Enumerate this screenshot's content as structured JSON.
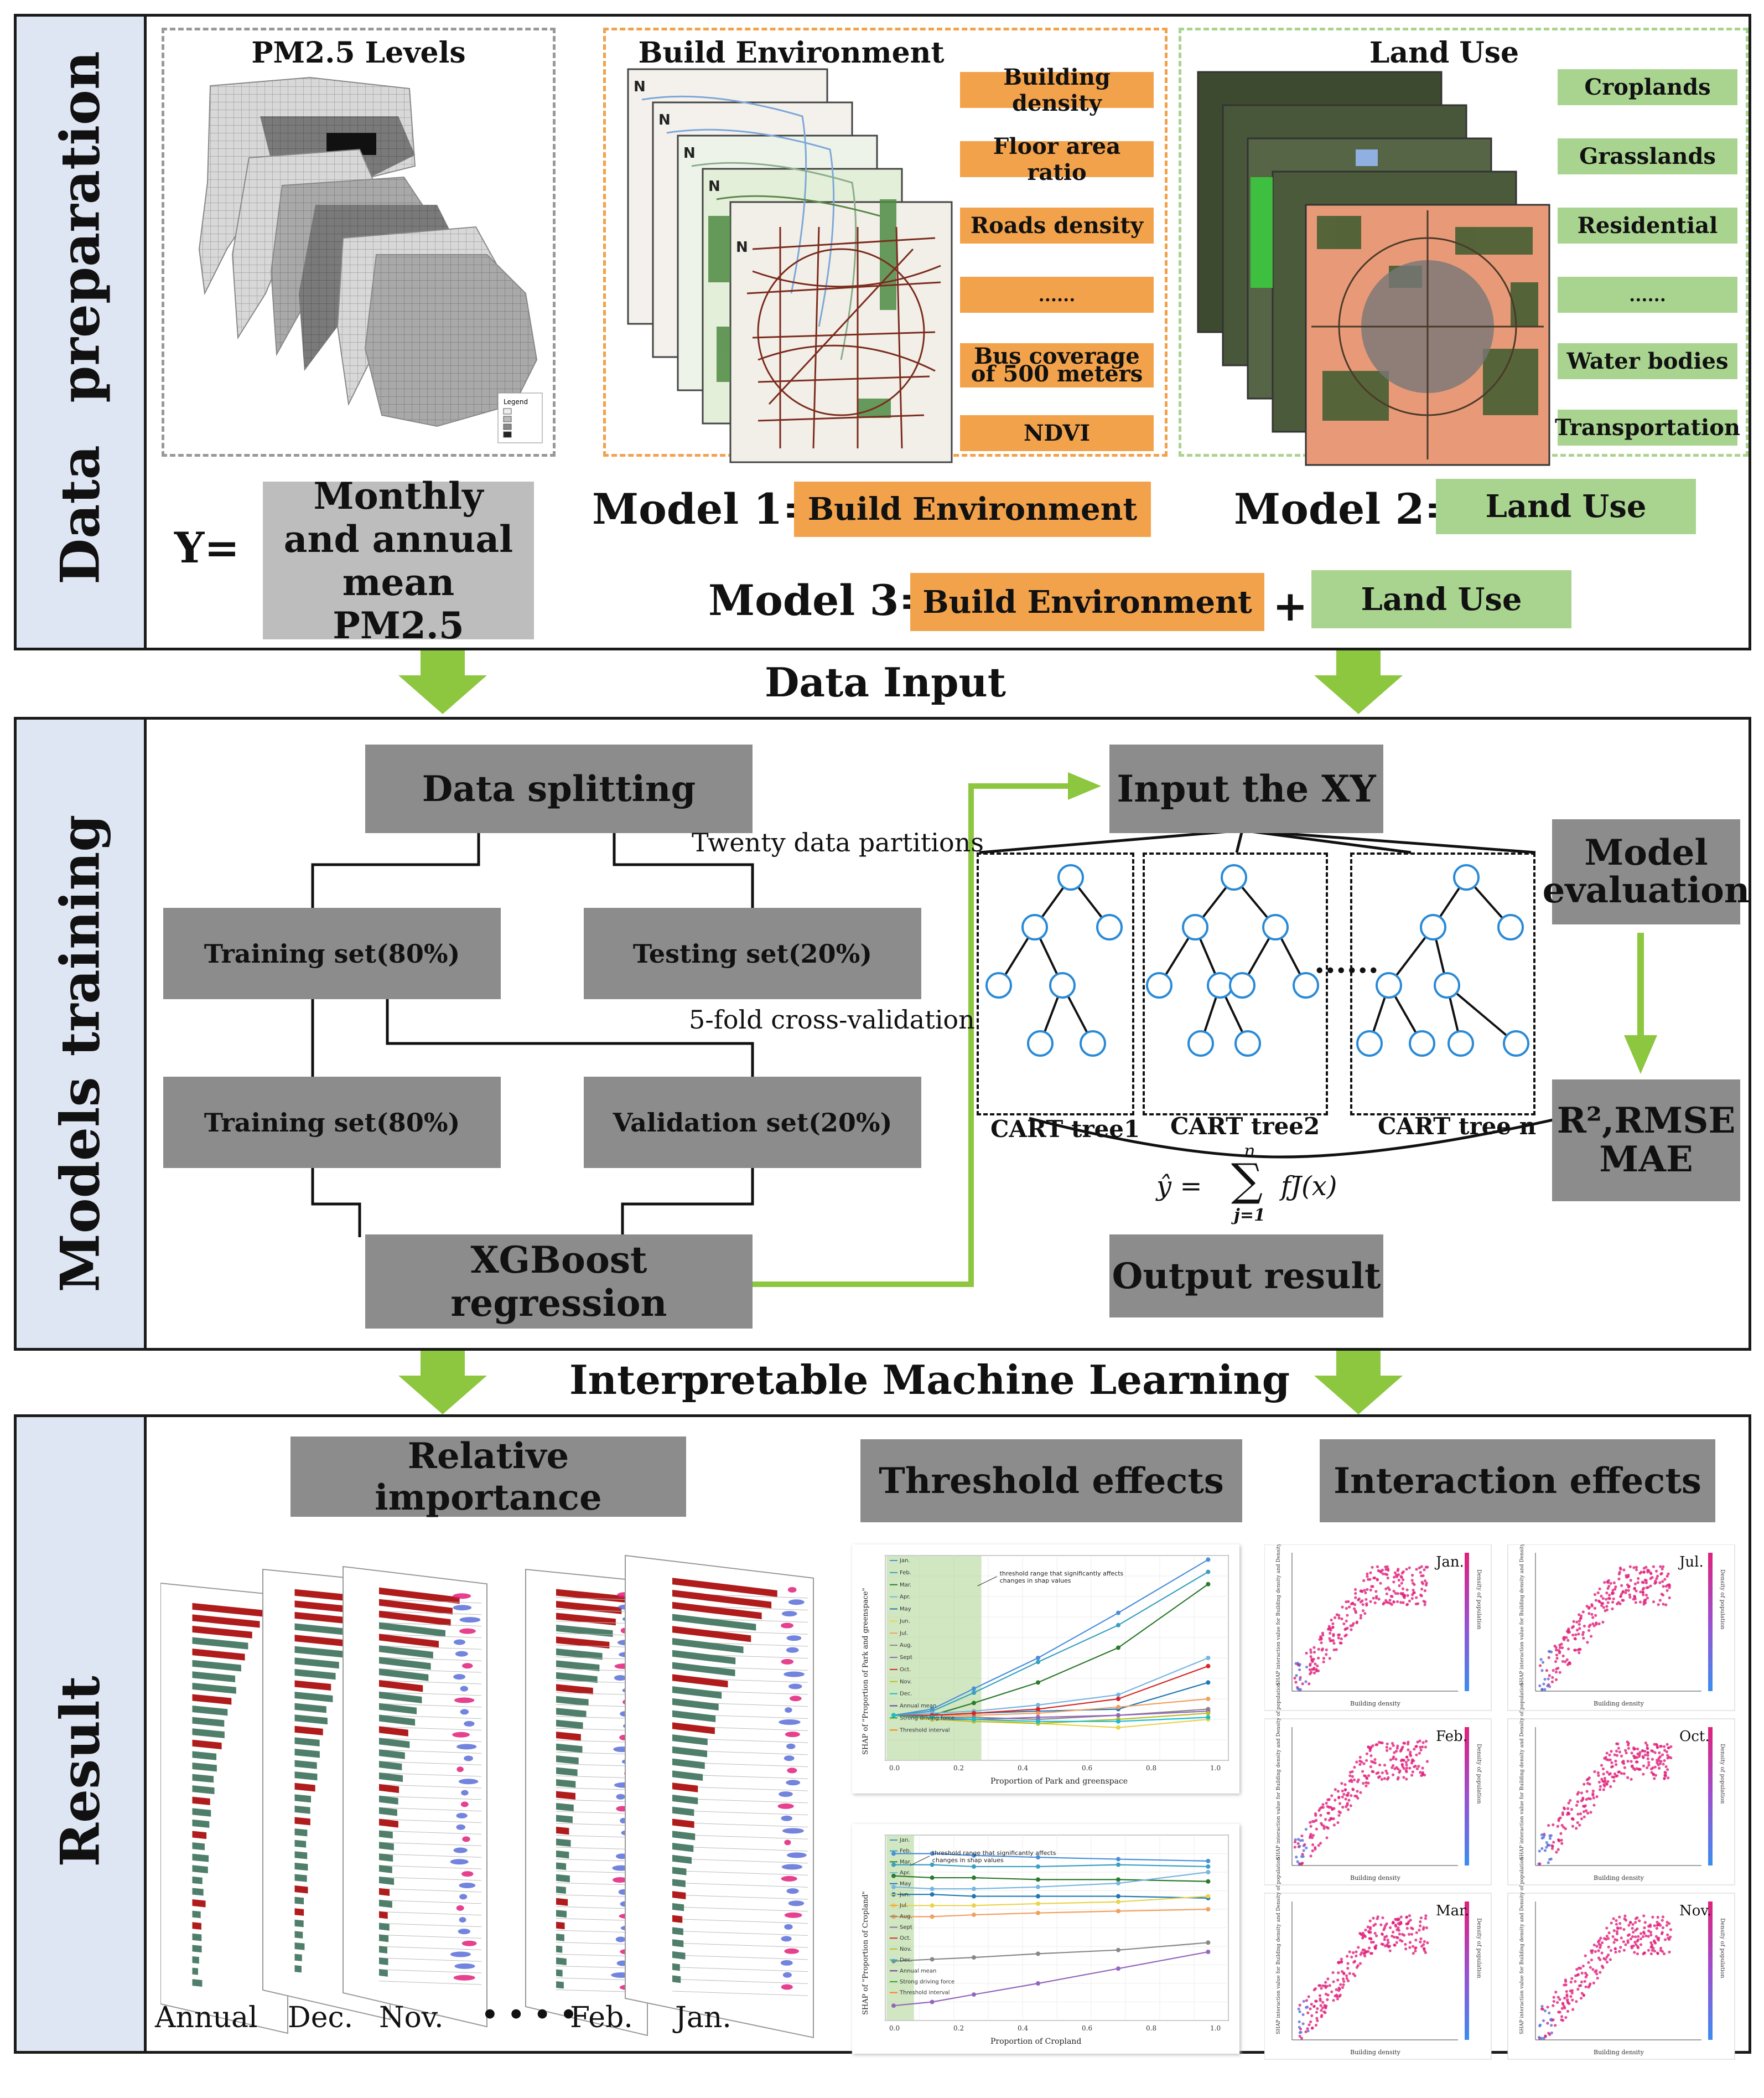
{
  "sections": {
    "data_prep": [
      "Data",
      "preparation"
    ],
    "models_training": [
      "Models",
      "training"
    ],
    "result": "Result"
  },
  "prep": {
    "pm25_title": "PM2.5 Levels",
    "legend_title": "Legend",
    "build_title": "Build Environment",
    "build_items": [
      "Building density",
      "Floor area ratio",
      "Roads density",
      "......",
      "Bus coverage of 500 meters",
      "NDVI"
    ],
    "land_title": "Land Use",
    "land_items": [
      "Croplands",
      "Grasslands",
      "Residential",
      "......",
      "Water bodies",
      "Transportation"
    ],
    "y_label": "Y=",
    "y_box": "Monthly and annual mean PM2.5",
    "model1_label": "Model 1=",
    "model1_box": "Build Environment",
    "model2_label": "Model 2=",
    "model2_box": "Land Use",
    "model3_label": "Model 3=",
    "model3_box1": "Build Environment",
    "plus": "+",
    "model3_box2": "Land Use"
  },
  "data_input": "Data Input",
  "training": {
    "data_splitting": "Data splitting",
    "twenty_partitions": "Twenty data partitions",
    "training_set_1": "Training set(80%)",
    "testing_set": "Testing set(20%)",
    "cv_label": "5-fold cross-validation",
    "training_set_2": "Training set(80%)",
    "validation_set": "Validation set(20%)",
    "xgboost": "XGBoost regression",
    "input_xy": "Input the XY",
    "tree1": "CART tree1",
    "tree2": "CART tree2",
    "treen": "CART tree n",
    "ellipsis": "......",
    "formula_lhs": "ŷ =",
    "formula_sum": "∑",
    "formula_top": "n",
    "formula_bottom": "j=1",
    "formula_rhs": "fJ(x)",
    "output_result": "Output result",
    "model_evaluation": "Model evaluation",
    "metrics": "R²,RMSE MAE"
  },
  "iml_title": "Interpretable Machine Learning",
  "result": {
    "relative_importance": "Relative importance",
    "threshold_effects": "Threshold effects",
    "interaction_effects": "Interaction effects",
    "importance_labels": [
      "Annual",
      "Dec.",
      "Nov.",
      "• • • •",
      "Feb.",
      "Jan."
    ],
    "threshold_top": {
      "ylabel": "SHAP of \"Proportion of Park and greenspace\"",
      "xlabel": "Proportion of  Park and greenspace",
      "note": "threshold range that significantly affects changes in shap values",
      "xticks": [
        "0.0",
        "0.2",
        "0.4",
        "0.6",
        "0.8",
        "1.0"
      ]
    },
    "threshold_bottom": {
      "ylabel": "SHAP of \"Proportion of Cropland\"",
      "xlabel": "Proportion of  Cropland",
      "note": "threshold range that significantly affects changes in shap values",
      "xticks": [
        "0.0",
        "0.2",
        "0.4",
        "0.6",
        "0.8",
        "1.0"
      ]
    },
    "threshold_legend": [
      "Jan.",
      "Feb.",
      "Mar.",
      "Apr.",
      "May",
      "Jun.",
      "Jul.",
      "Aug.",
      "Sept",
      "Oct.",
      "Nov.",
      "Dec.",
      "Annual mean",
      "Strong driving force",
      "Threshold interval"
    ],
    "interaction_months": [
      "Jan.",
      "Jul.",
      "Feb.",
      "Oct.",
      "Mar.",
      "Nov."
    ],
    "interaction_xlabel": "Building density",
    "interaction_ylabel": "SHAP interaction value for Building density and Density of population",
    "interaction_cbar": "Density of population"
  },
  "colors": {
    "orange": "#f2a24b",
    "green": "#a9d490",
    "gray_box": "#8c8c8c",
    "sidebar": "#dfe6f3",
    "arrow": "#8dc63f",
    "bar_red": "#b01c1c",
    "bar_green": "#4f7f6b",
    "scatter_pink": "#e0207a",
    "scatter_blue": "#5a6fd8"
  }
}
